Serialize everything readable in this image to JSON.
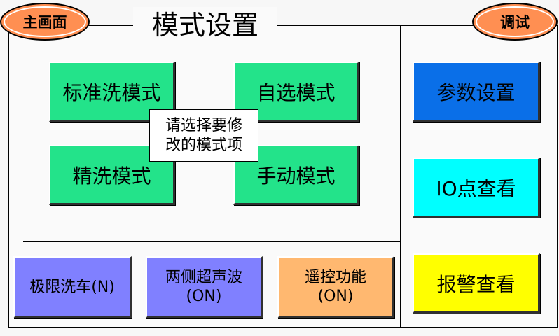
{
  "header": {
    "home_label": "主画面",
    "title": "模式设置",
    "debug_label": "调试"
  },
  "modes": {
    "standard": "标准洗模式",
    "custom": "自选模式",
    "fine": "精洗模式",
    "manual": "手动模式"
  },
  "prompt": {
    "line1": "请选择要修",
    "line2": "改的模式项"
  },
  "options": {
    "limit_wash": {
      "label": "极限洗车(N)"
    },
    "dual_ultrasonic": {
      "label": "两侧超声波",
      "state": "(ON)"
    },
    "remote_control": {
      "label": "遥控功能",
      "state": "(ON)"
    }
  },
  "side": {
    "params": "参数设置",
    "io": "IO点查看",
    "alarm": "报警查看"
  },
  "colors": {
    "mode_green": "#23e38a",
    "purple": "#8080ff",
    "orange": "#ffb870",
    "blue": "#0a6fe8",
    "cyan": "#00ffff",
    "yellow": "#ffff00",
    "oval_orange": "#ff8f52"
  }
}
